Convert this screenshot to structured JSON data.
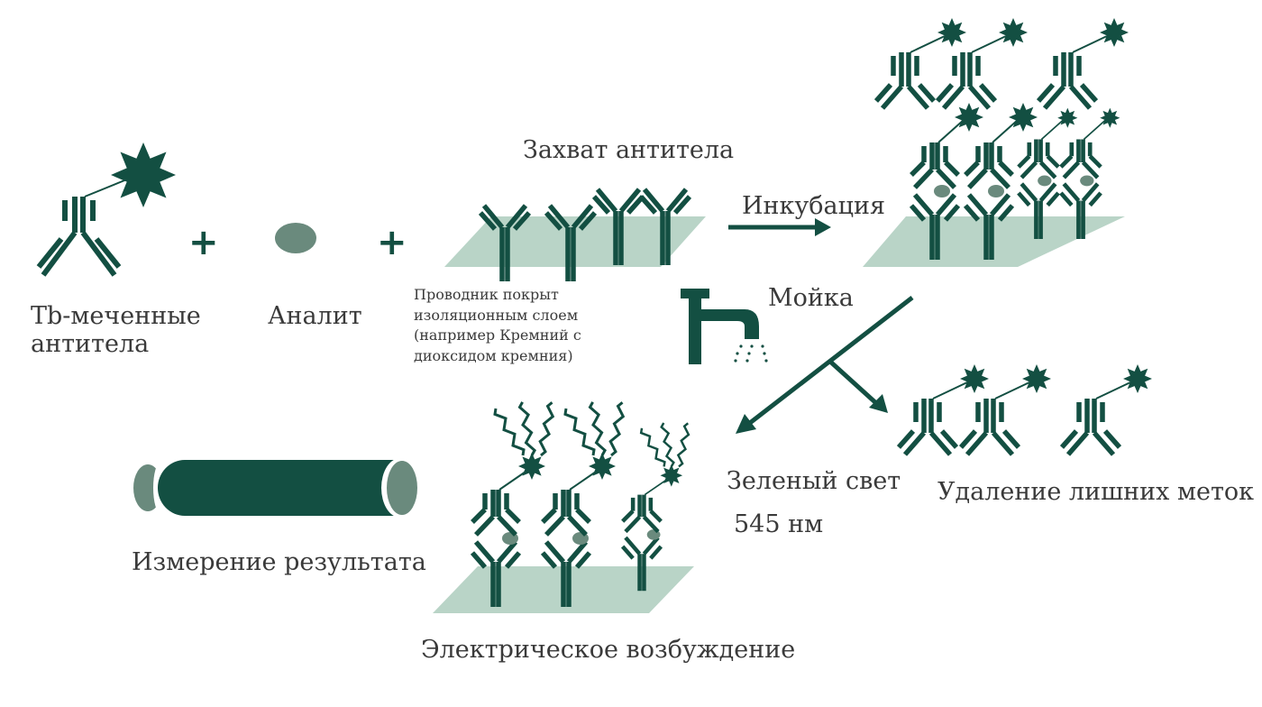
{
  "colors": {
    "dark_green": "#134f42",
    "light_green": "#b9d4c7",
    "analyte_gray": "#6a8a7d"
  },
  "labels": {
    "tb_antibodies_line1": "Tb-меченные",
    "tb_antibodies_line2": "антитела",
    "analyte": "Аналит",
    "capture_antibody": "Захват антитела",
    "conductor_line1": "Проводник покрыт",
    "conductor_line2": "изоляционным слоем",
    "conductor_line3": "(например Кремний с",
    "conductor_line4": "диоксидом кремния)",
    "incubation": "Инкубация",
    "washing": "Мойка",
    "green_light": "Зеленый свет",
    "wavelength": "545 нм",
    "remove_excess": "Удаление лишних меток",
    "measurement": "Измерение результата",
    "electric_excitation": "Электрическое возбуждение"
  },
  "operators": {
    "plus": "+"
  },
  "icons": [
    "antibody-icon",
    "terbium-label-star-icon",
    "analyte-dot-icon",
    "substrate-plate-icon",
    "faucet-icon",
    "arrow-icon",
    "wavy-emission-icon",
    "light-tube-icon"
  ]
}
